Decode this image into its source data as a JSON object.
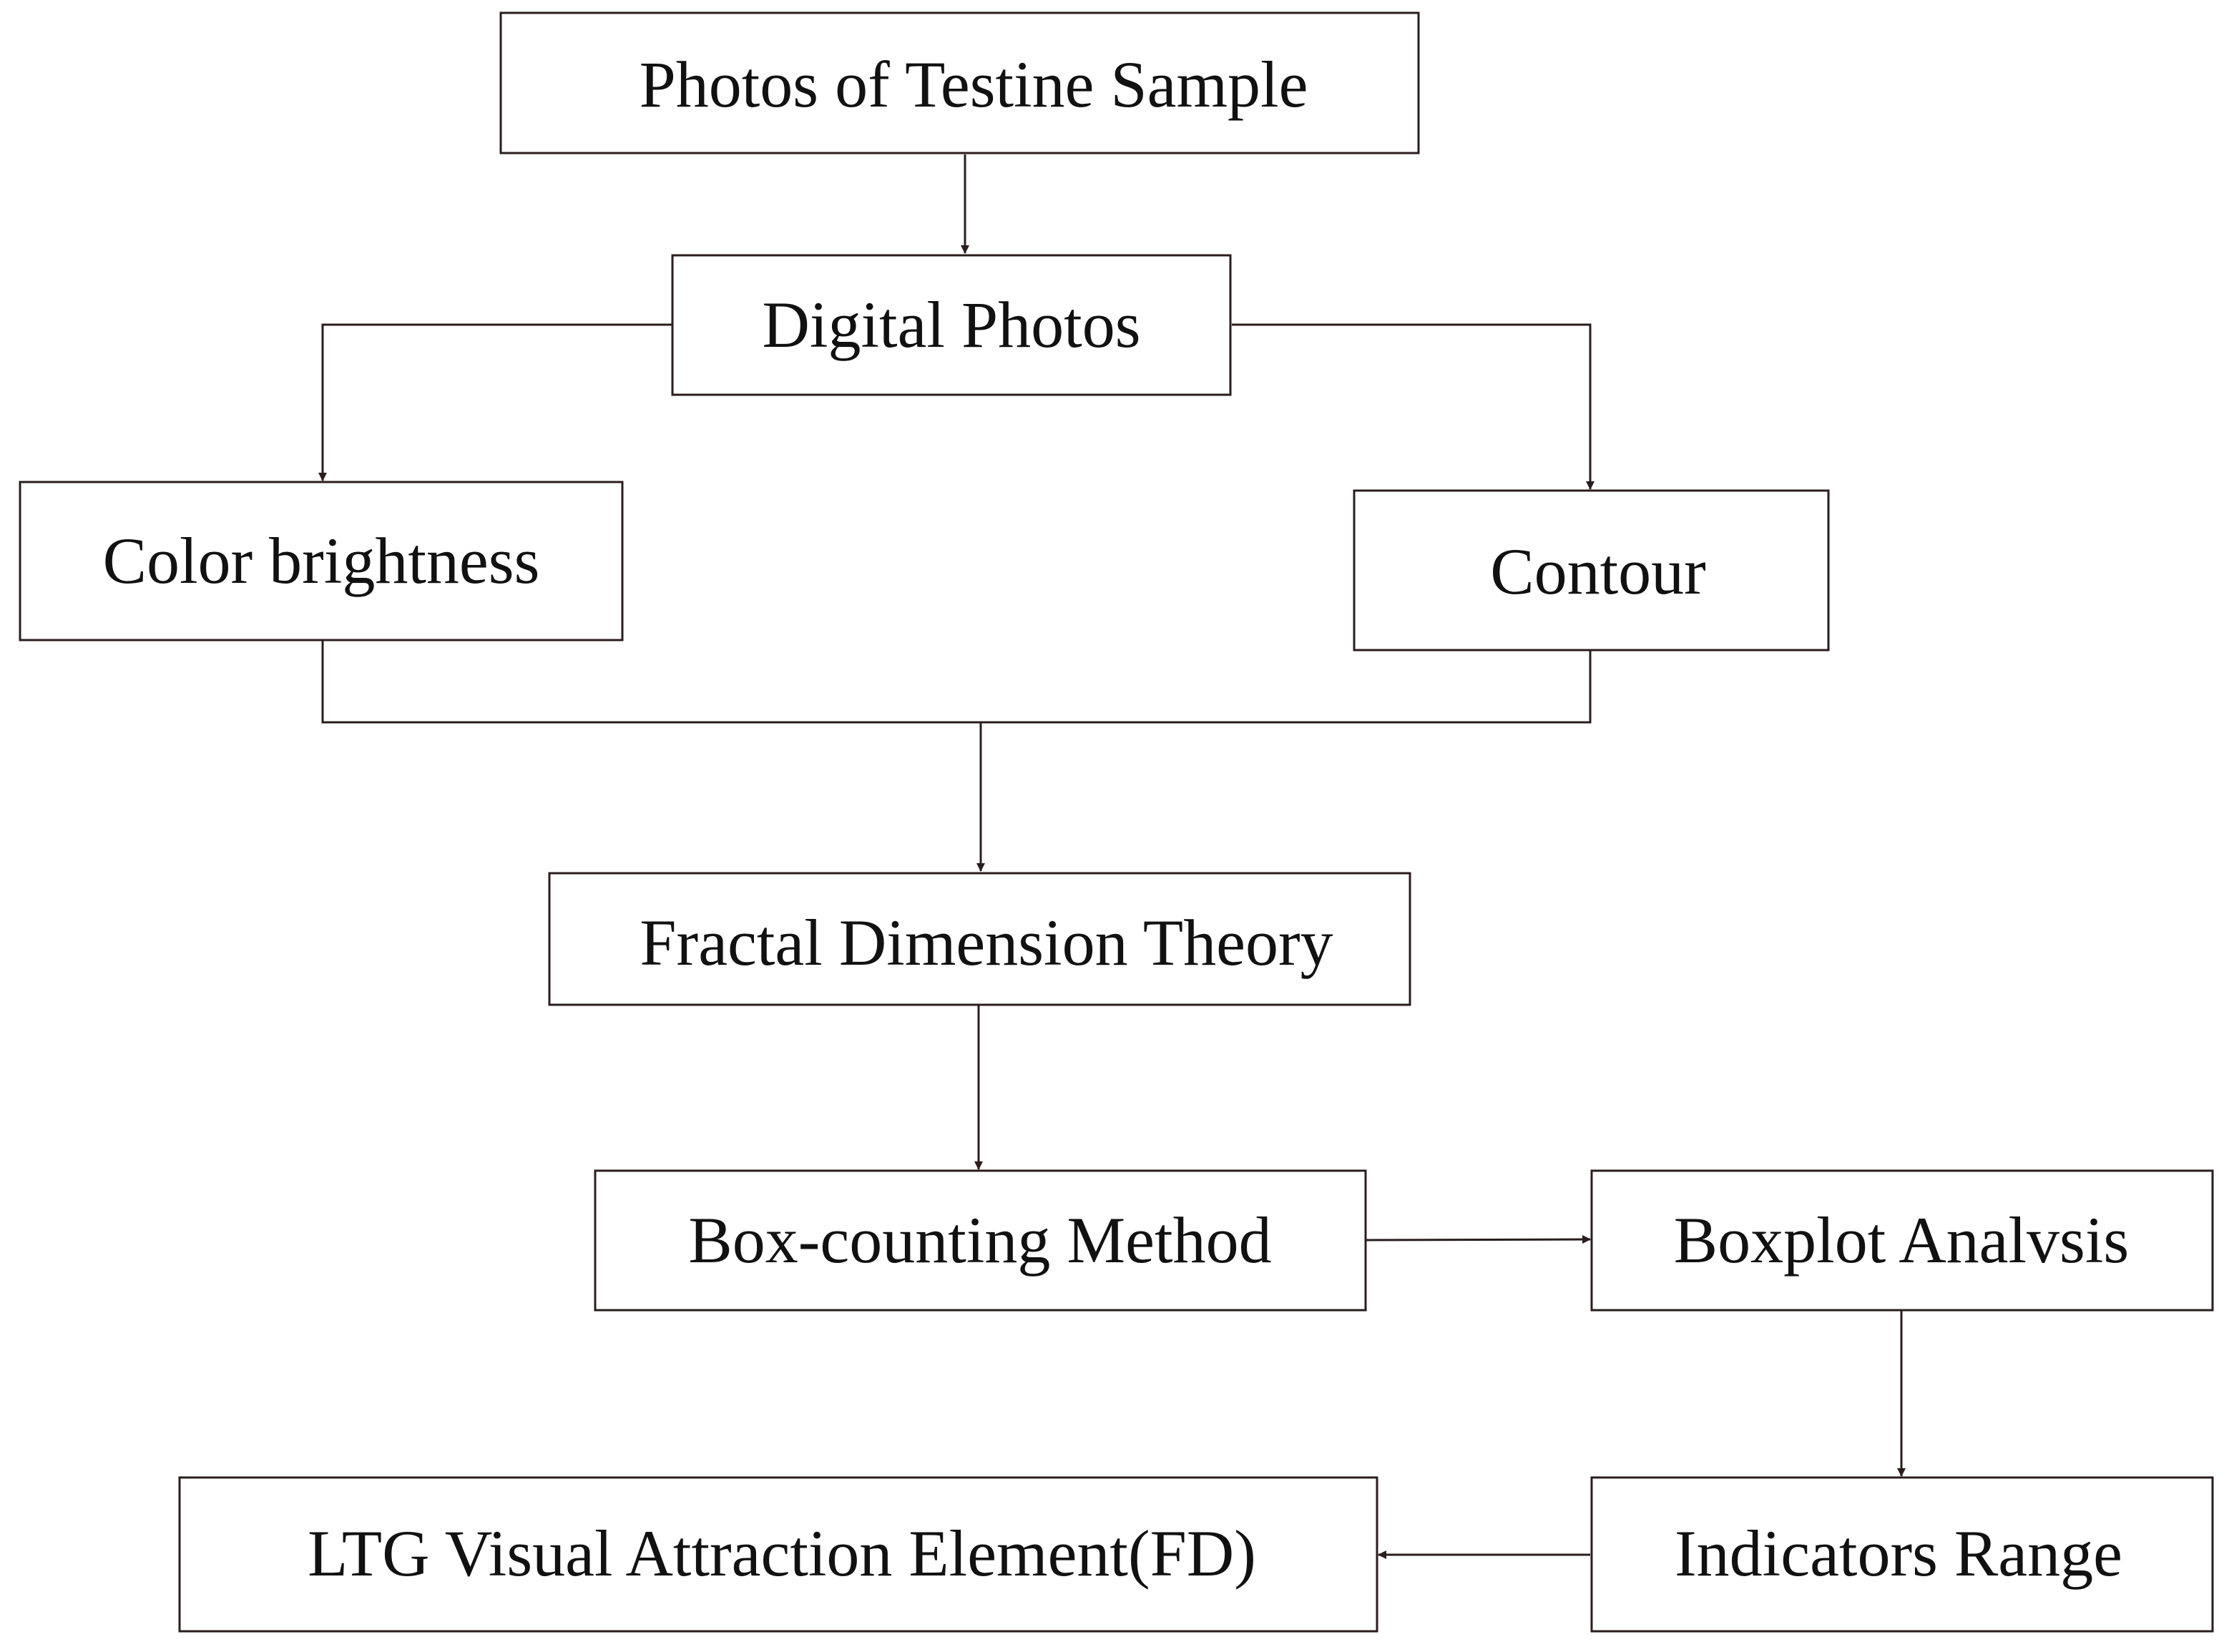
{
  "nodes": {
    "photos_of_testine_sample": "Photos of Testine Sample",
    "digital_photos": "Digital Photos",
    "color_brightness": "Color brightness",
    "contour": "Contour",
    "fractal_dimension_theory": "Fractal Dimension Theory",
    "box_counting_method": "Box-counting Method",
    "boxplot_analysis": "Boxplot Analvsis",
    "indicators_range": "Indicators Range",
    "ltg_visual_attraction_element": "LTG Visual Attraction Element(FD)"
  },
  "colors": {
    "line": "#2b1d1d",
    "text": "#111111",
    "background": "#ffffff"
  }
}
